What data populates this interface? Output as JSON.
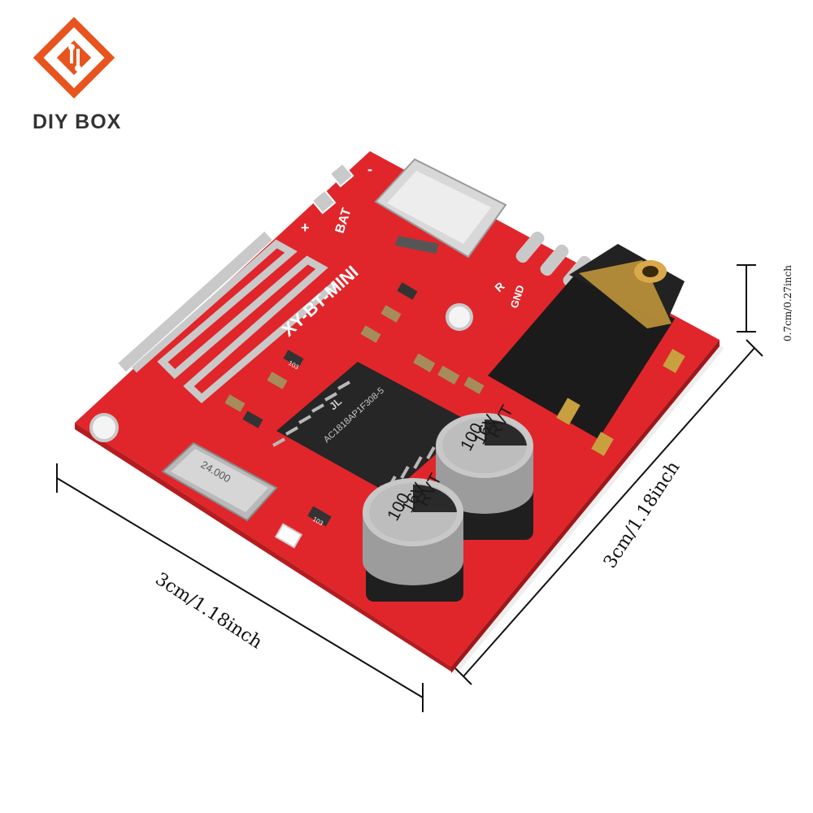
{
  "brand": {
    "name": "DIY BOX",
    "logo_color": "#e8541e"
  },
  "board": {
    "silkscreen_model": "XY-BT-MINI",
    "silkscreen_bat": "BAT",
    "silkscreen_r": "R",
    "silkscreen_gnd": "GND",
    "silkscreen_plus": "+",
    "silkscreen_minus": "-",
    "chip_marking": "AC1818AP1F308-5",
    "chip_logo": "JL",
    "crystal_marking": "24.000",
    "capacitor_1": {
      "line1": "100",
      "line2": "16V",
      "line3": "RVT"
    },
    "capacitor_2": {
      "line1": "100",
      "line2": "16V",
      "line3": "RVT"
    },
    "resistor_1": "103",
    "resistor_2": "103",
    "pcb_color": "#e0262b",
    "copper_color": "#c9c9c9"
  },
  "dimensions": {
    "width_label": "3cm/1.18inch",
    "depth_label": "3cm/1.18inch",
    "height_label": "0.7cm/0.27inch"
  }
}
